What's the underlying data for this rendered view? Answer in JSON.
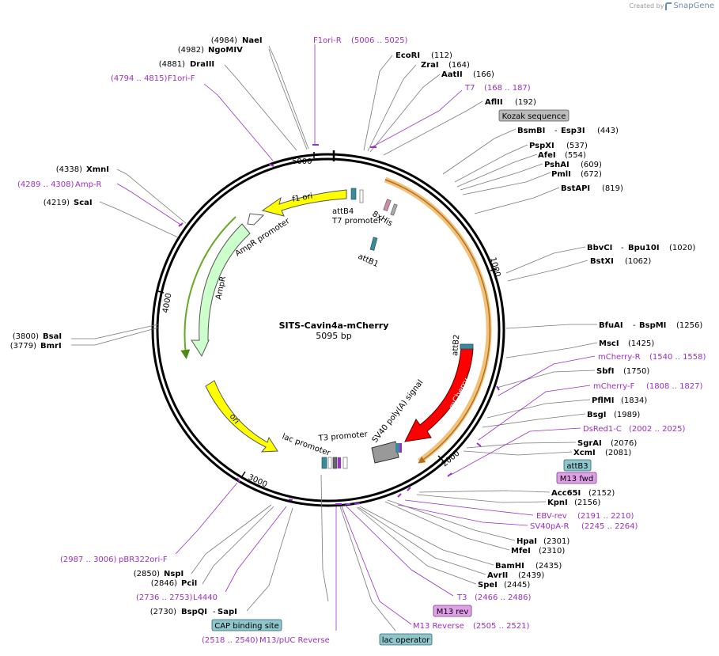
{
  "credit": {
    "prefix": "Created by",
    "brand": "SnapGene"
  },
  "plasmid": {
    "name": "SITS-Cavin4a-mCherry",
    "length": "5095 bp"
  },
  "ticks": [
    "1000",
    "2000",
    "3000",
    "4000",
    "5000"
  ],
  "features": {
    "f1ori": "f1 ori",
    "ampr_promoter": "AmpR promoter",
    "ampr": "AmpR",
    "ori": "ori",
    "lac_promoter": "lac promoter",
    "t3_promoter": "T3 promoter",
    "sv40": "SV40 poly(A) signal",
    "mcherry": "mCherry",
    "attb2": "attB2",
    "attb1": "attB1",
    "attb4": "attB4",
    "t7_promoter": "T7 promoter",
    "his": "8xHis"
  },
  "sites": [
    {
      "num": "(4984)",
      "name": "NaeI"
    },
    {
      "num": "(4982)",
      "name": "NgoMIV"
    },
    {
      "num": "(4881)",
      "name": "DraIII"
    },
    {
      "num": "(4338)",
      "name": "XmnI"
    },
    {
      "num": "(4219)",
      "name": "ScaI"
    },
    {
      "num": "(3800)",
      "name": "BsaI"
    },
    {
      "num": "(3779)",
      "name": "BmrI"
    },
    {
      "num": "(2850)",
      "name": "NspI"
    },
    {
      "num": "(2846)",
      "name": "PciI"
    },
    {
      "num": "(2730)",
      "name": "BspQI",
      "name2": "SapI"
    },
    {
      "name": "EcoRI",
      "num": "(112)"
    },
    {
      "name": "ZraI",
      "num": "(164)"
    },
    {
      "name": "AatII",
      "num": "(166)"
    },
    {
      "name": "AflII",
      "num": "(192)"
    },
    {
      "name": "BsmBI",
      "name2": "Esp3I",
      "num": "(443)"
    },
    {
      "name": "PspXI",
      "num": "(537)"
    },
    {
      "name": "AfeI",
      "num": "(554)"
    },
    {
      "name": "PshAI",
      "num": "(609)"
    },
    {
      "name": "PmlI",
      "num": "(672)"
    },
    {
      "name": "BstAPI",
      "num": "(819)"
    },
    {
      "name": "BbvCI",
      "name2": "Bpu10I",
      "num": "(1020)"
    },
    {
      "name": "BstXI",
      "num": "(1062)"
    },
    {
      "name": "BfuAI",
      "name2": "BspMI",
      "num": "(1256)"
    },
    {
      "name": "MscI",
      "num": "(1425)"
    },
    {
      "name": "SbfI",
      "num": "(1750)"
    },
    {
      "name": "PflMI",
      "num": "(1834)"
    },
    {
      "name": "BsgI",
      "num": "(1989)"
    },
    {
      "name": "SgrAI",
      "num": "(2076)"
    },
    {
      "name": "XcmI",
      "num": "(2081)"
    },
    {
      "name": "Acc65I",
      "num": "(2152)"
    },
    {
      "name": "KpnI",
      "num": "(2156)"
    },
    {
      "name": "HpaI",
      "num": "(2301)"
    },
    {
      "name": "MfeI",
      "num": "(2310)"
    },
    {
      "name": "BamHI",
      "num": "(2435)"
    },
    {
      "name": "AvrII",
      "num": "(2439)"
    },
    {
      "name": "SpeI",
      "num": "(2445)"
    }
  ],
  "primers": [
    {
      "name": "F1ori-R",
      "range": "(5006 .. 5025)"
    },
    {
      "range": "(4794 .. 4815)",
      "name": "F1ori-F"
    },
    {
      "range": "(4289 .. 4308)",
      "name": "Amp-R"
    },
    {
      "range": "(2987 .. 3006)",
      "name": "pBR322ori-F"
    },
    {
      "range": "(2736 .. 2753)",
      "name": "L4440"
    },
    {
      "range": "(2518 .. 2540)",
      "name": "M13/pUC Reverse"
    },
    {
      "name": "T7",
      "range": "(168 .. 187)"
    },
    {
      "name": "mCherry-R",
      "range": "(1540 .. 1558)"
    },
    {
      "name": "mCherry-F",
      "range": "(1808 .. 1827)"
    },
    {
      "name": "DsRed1-C",
      "range": "(2002 .. 2025)"
    },
    {
      "name": "EBV-rev",
      "range": "(2191 .. 2210)"
    },
    {
      "name": "SV40pA-R",
      "range": "(2245 .. 2264)"
    },
    {
      "name": "T3",
      "range": "(2466 .. 2486)"
    },
    {
      "name": "M13 Reverse",
      "range": "(2505 .. 2521)"
    }
  ],
  "boxes": {
    "kozak": "Kozak sequence",
    "attb3": "attB3",
    "m13fwd": "M13 fwd",
    "m13rev": "M13 rev",
    "cap": "CAP binding site",
    "lacop": "lac operator"
  },
  "colors": {
    "backbone": "#000000",
    "f1ori": "#ffff00",
    "ori": "#ffff00",
    "ampr": "#ccffcc",
    "ampr_bar": "#66aa22",
    "mcherry": "#ff0000",
    "mcherry_bar": "#f0b050",
    "sv40": "#999999",
    "primer": "#9b2fc6",
    "gray_box": "#bbbbbb",
    "pink_box": "#e0a0e8",
    "teal_box": "#8ec6cc"
  }
}
